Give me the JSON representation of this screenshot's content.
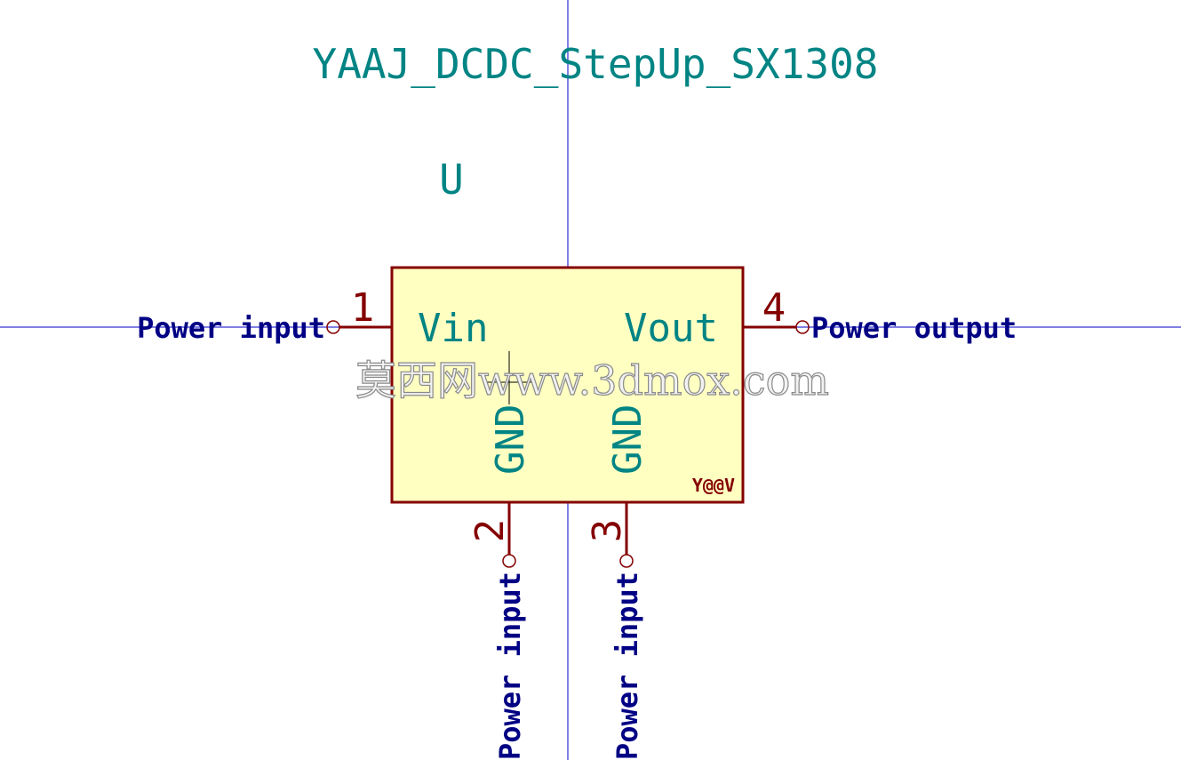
{
  "symbol": {
    "name": "YAAJ_DCDC_StepUp_SX1308",
    "reference": "U",
    "brand_mark": "Y@@V"
  },
  "pins": [
    {
      "number": "1",
      "name": "Vin",
      "type": "Power input"
    },
    {
      "number": "2",
      "name": "GND",
      "type": "Power input"
    },
    {
      "number": "3",
      "name": "GND",
      "type": "Power input"
    },
    {
      "number": "4",
      "name": "Vout",
      "type": "Power output"
    }
  ],
  "watermark": "莫西网www.3dmox.com",
  "colors": {
    "body_fill": "#ffffc2",
    "body_stroke": "#840000",
    "pin_line": "#840000",
    "field_text": "#008484",
    "pin_type_text": "#000084",
    "axis_line": "#0000c8"
  }
}
